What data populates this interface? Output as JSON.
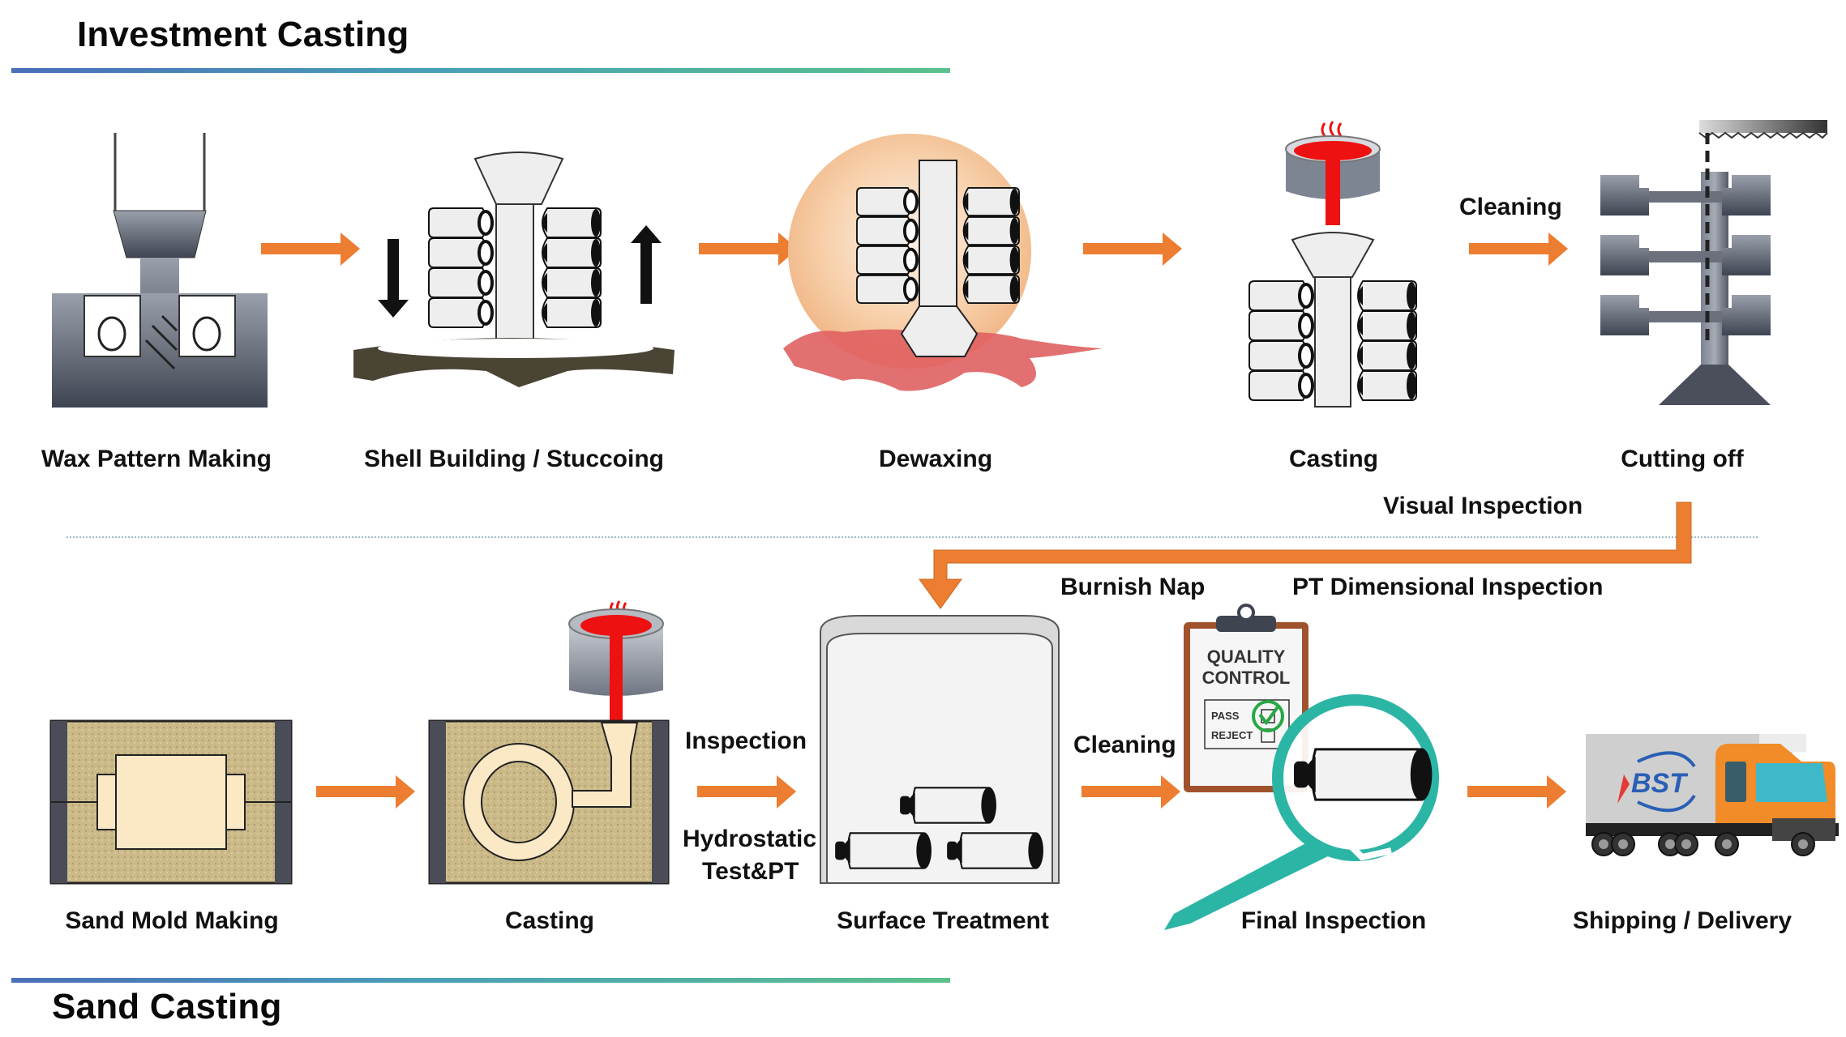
{
  "colors": {
    "arrow": "#ed7d31",
    "title_bar_start": "#4a6fb8",
    "title_bar_end": "#5cc08a",
    "molten_metal": "#ff0000",
    "magnifier": "#2bb5a5",
    "truck_cab": "#f28c28"
  },
  "investment": {
    "title": "Investment Casting",
    "steps": [
      {
        "label": "Wax Pattern Making",
        "icon": "wax-injection-die-icon"
      },
      {
        "label": "Shell Building / Stuccoing",
        "icon": "slurry-dip-tree-icon"
      },
      {
        "label": "Dewaxing",
        "icon": "dewax-autoclave-icon"
      },
      {
        "label": "Casting",
        "icon": "pouring-ladle-icon"
      },
      {
        "label": "Cutting off",
        "icon": "saw-cutting-tree-icon"
      }
    ],
    "notes": {
      "cleaning": "Cleaning",
      "visual_inspection": "Visual Inspection"
    }
  },
  "sand": {
    "title": "Sand Casting",
    "steps": [
      {
        "label": "Sand Mold Making",
        "icon": "sand-mold-icon"
      },
      {
        "label": "Casting",
        "icon": "sand-pouring-icon"
      },
      {
        "label": "Surface Treatment",
        "icon": "shot-blast-cabinet-icon"
      },
      {
        "label": "Final Inspection",
        "icon": "magnifier-inspection-icon"
      },
      {
        "label": "Shipping / Delivery",
        "icon": "delivery-truck-icon"
      }
    ],
    "notes": {
      "inspection": "Inspection",
      "hydrostatic_line1": "Hydrostatic",
      "hydrostatic_line2": "Test&PT",
      "burnish_nap": "Burnish Nap",
      "pt_dimensional": "PT Dimensional Inspection",
      "cleaning": "Cleaning"
    }
  },
  "quality_control": {
    "title_line1": "QUALITY",
    "title_line2": "CONTROL",
    "pass": "PASS",
    "reject": "REJECT",
    "pass_checked": true,
    "reject_checked": false
  },
  "truck": {
    "logo_text": "BST"
  }
}
